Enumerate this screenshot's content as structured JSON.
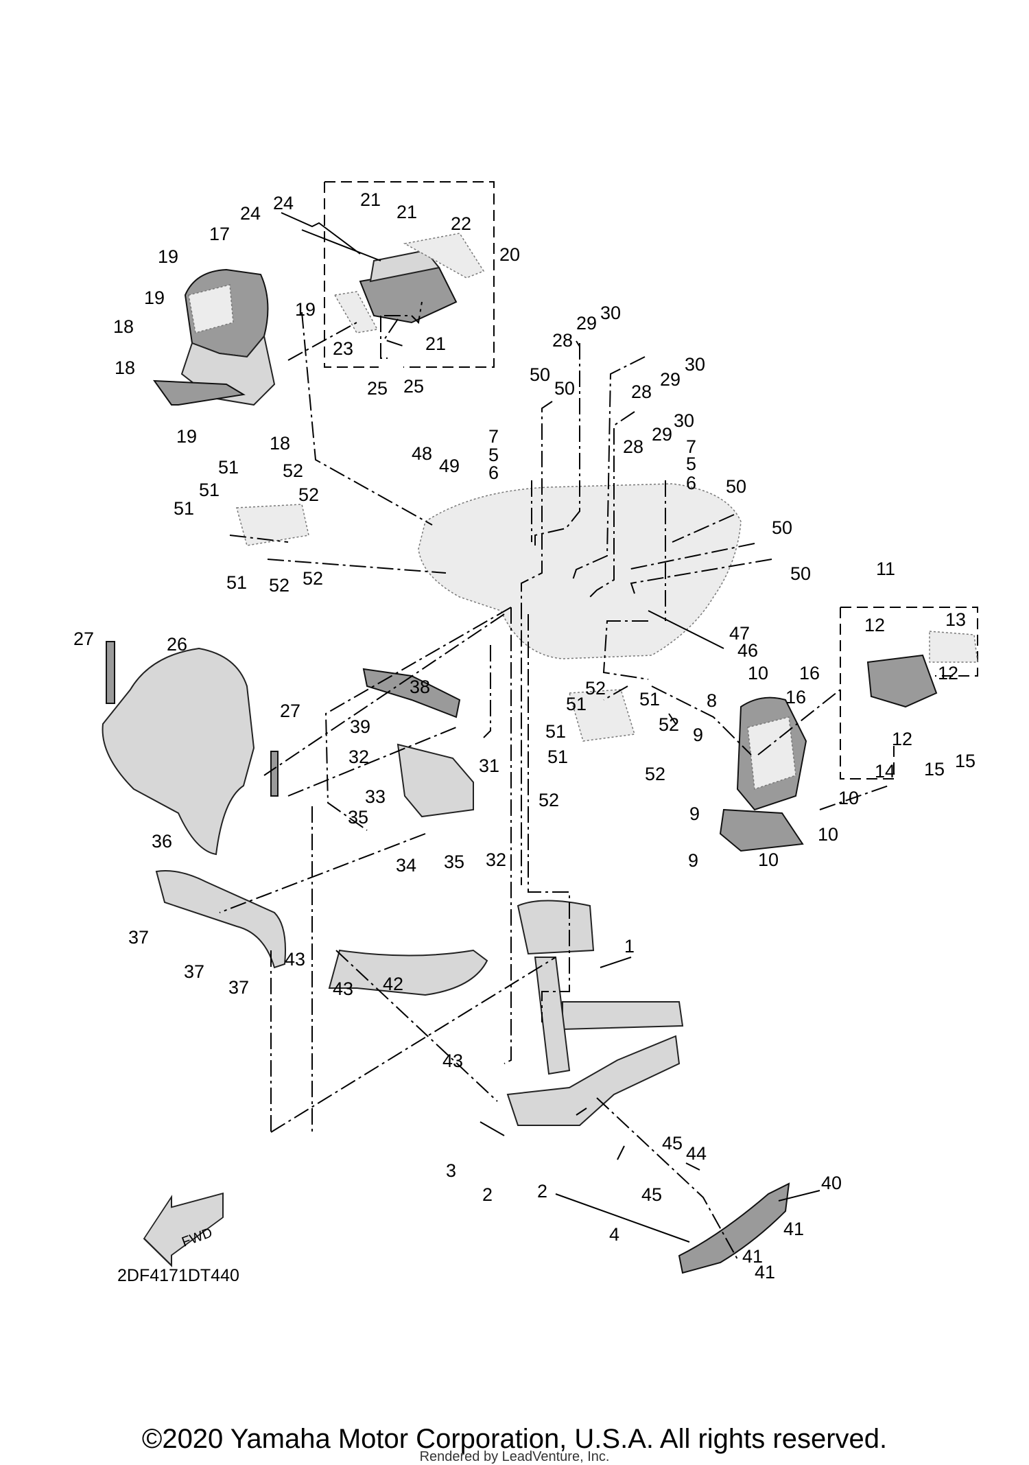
{
  "diagram": {
    "code": "2DF4171DT440",
    "fwd_label": "FWD",
    "copyright": "©2020 Yamaha Motor Corporation, U.S.A. All rights reserved.",
    "rendered_by": "Rendered by LeadVenture, Inc.",
    "callouts": [
      {
        "id": "c17",
        "label": "17"
      },
      {
        "id": "c19a",
        "label": "19"
      },
      {
        "id": "c19b",
        "label": "19"
      },
      {
        "id": "c19c",
        "label": "19"
      },
      {
        "id": "c19d",
        "label": "19"
      },
      {
        "id": "c18a",
        "label": "18"
      },
      {
        "id": "c18b",
        "label": "18"
      },
      {
        "id": "c18c",
        "label": "18"
      },
      {
        "id": "c24a",
        "label": "24"
      },
      {
        "id": "c24b",
        "label": "24"
      },
      {
        "id": "c21a",
        "label": "21"
      },
      {
        "id": "c21b",
        "label": "21"
      },
      {
        "id": "c21c",
        "label": "21"
      },
      {
        "id": "c22",
        "label": "22"
      },
      {
        "id": "c20",
        "label": "20"
      },
      {
        "id": "c23",
        "label": "23"
      },
      {
        "id": "c25a",
        "label": "25"
      },
      {
        "id": "c25b",
        "label": "25"
      },
      {
        "id": "c30a",
        "label": "30"
      },
      {
        "id": "c29a",
        "label": "29"
      },
      {
        "id": "c28a",
        "label": "28"
      },
      {
        "id": "c30b",
        "label": "30"
      },
      {
        "id": "c29b",
        "label": "29"
      },
      {
        "id": "c28b",
        "label": "28"
      },
      {
        "id": "c30c",
        "label": "30"
      },
      {
        "id": "c29c",
        "label": "29"
      },
      {
        "id": "c28c",
        "label": "28"
      },
      {
        "id": "c50a",
        "label": "50"
      },
      {
        "id": "c50b",
        "label": "50"
      },
      {
        "id": "c7a",
        "label": "7"
      },
      {
        "id": "c5a",
        "label": "5"
      },
      {
        "id": "c6a",
        "label": "6"
      },
      {
        "id": "c7b",
        "label": "7"
      },
      {
        "id": "c5b",
        "label": "5"
      },
      {
        "id": "c6b",
        "label": "6"
      },
      {
        "id": "c48",
        "label": "48"
      },
      {
        "id": "c49",
        "label": "49"
      },
      {
        "id": "c50c",
        "label": "50"
      },
      {
        "id": "c50d",
        "label": "50"
      },
      {
        "id": "c50e",
        "label": "50"
      },
      {
        "id": "c51a",
        "label": "51"
      },
      {
        "id": "c52a",
        "label": "52"
      },
      {
        "id": "c51b",
        "label": "51"
      },
      {
        "id": "c52b",
        "label": "52"
      },
      {
        "id": "c51c",
        "label": "51"
      },
      {
        "id": "c51d",
        "label": "51"
      },
      {
        "id": "c52c",
        "label": "52"
      },
      {
        "id": "c52d",
        "label": "52"
      },
      {
        "id": "c11",
        "label": "11"
      },
      {
        "id": "c12a",
        "label": "12"
      },
      {
        "id": "c13",
        "label": "13"
      },
      {
        "id": "c12b",
        "label": "12"
      },
      {
        "id": "c16a",
        "label": "16"
      },
      {
        "id": "c16b",
        "label": "16"
      },
      {
        "id": "c12c",
        "label": "12"
      },
      {
        "id": "c14",
        "label": "14"
      },
      {
        "id": "c15a",
        "label": "15"
      },
      {
        "id": "c15b",
        "label": "15"
      },
      {
        "id": "c47",
        "label": "47"
      },
      {
        "id": "c46",
        "label": "46"
      },
      {
        "id": "c10a",
        "label": "10"
      },
      {
        "id": "c8",
        "label": "8"
      },
      {
        "id": "c9a",
        "label": "9"
      },
      {
        "id": "c9b",
        "label": "9"
      },
      {
        "id": "c9c",
        "label": "9"
      },
      {
        "id": "c10b",
        "label": "10"
      },
      {
        "id": "c10c",
        "label": "10"
      },
      {
        "id": "c10d",
        "label": "10"
      },
      {
        "id": "c27a",
        "label": "27"
      },
      {
        "id": "c26",
        "label": "26"
      },
      {
        "id": "c27b",
        "label": "27"
      },
      {
        "id": "c38",
        "label": "38"
      },
      {
        "id": "c39",
        "label": "39"
      },
      {
        "id": "c32a",
        "label": "32"
      },
      {
        "id": "c31",
        "label": "31"
      },
      {
        "id": "c33",
        "label": "33"
      },
      {
        "id": "c35a",
        "label": "35"
      },
      {
        "id": "c34",
        "label": "34"
      },
      {
        "id": "c35b",
        "label": "35"
      },
      {
        "id": "c32b",
        "label": "32"
      },
      {
        "id": "c52e",
        "label": "52"
      },
      {
        "id": "c51e",
        "label": "51"
      },
      {
        "id": "c51f",
        "label": "51"
      },
      {
        "id": "c52f",
        "label": "52"
      },
      {
        "id": "c51g",
        "label": "51"
      },
      {
        "id": "c52g",
        "label": "52"
      },
      {
        "id": "c51h",
        "label": "51"
      },
      {
        "id": "c52h",
        "label": "52"
      },
      {
        "id": "c36",
        "label": "36"
      },
      {
        "id": "c37a",
        "label": "37"
      },
      {
        "id": "c37b",
        "label": "37"
      },
      {
        "id": "c37c",
        "label": "37"
      },
      {
        "id": "c43a",
        "label": "43"
      },
      {
        "id": "c42",
        "label": "42"
      },
      {
        "id": "c43b",
        "label": "43"
      },
      {
        "id": "c43c",
        "label": "43"
      },
      {
        "id": "c1",
        "label": "1"
      },
      {
        "id": "c3",
        "label": "3"
      },
      {
        "id": "c2a",
        "label": "2"
      },
      {
        "id": "c2b",
        "label": "2"
      },
      {
        "id": "c45a",
        "label": "45"
      },
      {
        "id": "c44",
        "label": "44"
      },
      {
        "id": "c45b",
        "label": "45"
      },
      {
        "id": "c4",
        "label": "4"
      },
      {
        "id": "c40",
        "label": "40"
      },
      {
        "id": "c41a",
        "label": "41"
      },
      {
        "id": "c41b",
        "label": "41"
      },
      {
        "id": "c41c",
        "label": "41"
      }
    ]
  }
}
